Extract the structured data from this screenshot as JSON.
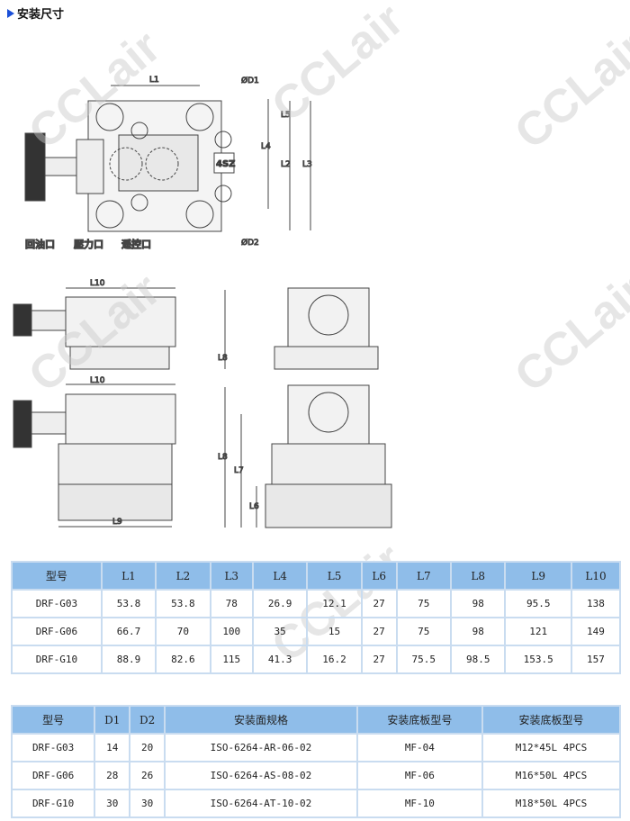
{
  "section_title": "安装尺寸",
  "watermark": "CCLair",
  "drawing": {
    "top_view": {
      "L1": "L1",
      "D1": "ØD1",
      "D2": "ØD2",
      "L2": "L2",
      "L3": "L3",
      "L4": "L4",
      "L5": "L5",
      "plate_mark": "4SZ",
      "ports": [
        "回油口",
        "壓力口",
        "遥控口"
      ]
    },
    "side_views": {
      "L10a": "L10",
      "L10b": "L10",
      "L9": "L9",
      "L8a": "L8",
      "L8b": "L8",
      "L7": "L7",
      "L6": "L6"
    }
  },
  "table1": {
    "headers": [
      "型号",
      "L1",
      "L2",
      "L3",
      "L4",
      "L5",
      "L6",
      "L7",
      "L8",
      "L9",
      "L10"
    ],
    "rows": [
      [
        "DRF-G03",
        "53.8",
        "53.8",
        "78",
        "26.9",
        "12.1",
        "27",
        "75",
        "98",
        "95.5",
        "138"
      ],
      [
        "DRF-G06",
        "66.7",
        "70",
        "100",
        "35",
        "15",
        "27",
        "75",
        "98",
        "121",
        "149"
      ],
      [
        "DRF-G10",
        "88.9",
        "82.6",
        "115",
        "41.3",
        "16.2",
        "27",
        "75.5",
        "98.5",
        "153.5",
        "157"
      ]
    ]
  },
  "table2": {
    "headers": [
      "型号",
      "D1",
      "D2",
      "安装面规格",
      "安装底板型号",
      "安装底板型号"
    ],
    "rows": [
      [
        "DRF-G03",
        "14",
        "20",
        "ISO-6264-AR-06-02",
        "MF-04",
        "M12*45L 4PCS"
      ],
      [
        "DRF-G06",
        "28",
        "26",
        "ISO-6264-AS-08-02",
        "MF-06",
        "M16*50L 4PCS"
      ],
      [
        "DRF-G10",
        "30",
        "30",
        "ISO-6264-AT-10-02",
        "MF-10",
        "M18*50L 4PCS"
      ]
    ]
  }
}
